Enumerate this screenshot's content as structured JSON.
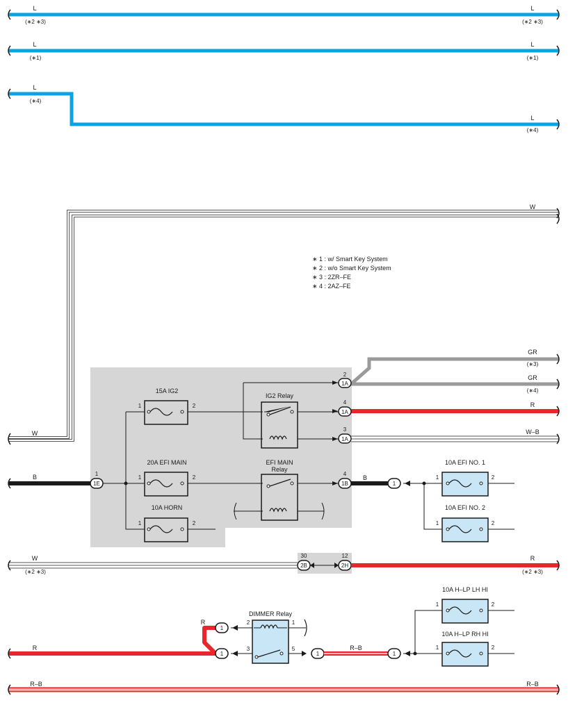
{
  "wires": {
    "top1": {
      "color_code": "L",
      "note": "(∗2 ∗3)"
    },
    "top2": {
      "color_code": "L",
      "note": "(∗1)"
    },
    "top3": {
      "color_code": "L",
      "note": "(∗4)"
    },
    "w_upper": {
      "color_code": "W"
    },
    "w_lower": {
      "color_code": "W"
    },
    "gr1": {
      "color_code": "GR",
      "note": "(∗3)"
    },
    "gr2": {
      "color_code": "GR",
      "note": "(∗4)"
    },
    "r_ig2": {
      "color_code": "R"
    },
    "wb": {
      "color_code": "W–B"
    },
    "b_in": {
      "color_code": "B"
    },
    "b_out": {
      "color_code": "B"
    },
    "w_2b": {
      "color_code": "W",
      "note": "(∗2 ∗3)"
    },
    "r_2h": {
      "color_code": "R",
      "note": "(∗2 ∗3)"
    },
    "r_dim_top": {
      "color_code": "R"
    },
    "r_dim_main": {
      "color_code": "R"
    },
    "rb_mid": {
      "color_code": "R–B"
    },
    "rb_bottom": {
      "color_code": "R–B"
    }
  },
  "legend": [
    "∗ 1 : w/ Smart Key System",
    "∗ 2 : w/o Smart Key System",
    "∗ 3 : 2ZR–FE",
    "∗ 4 : 2AZ–FE"
  ],
  "components": {
    "fuse_ig2": "15A IG2",
    "fuse_efi_main": "20A EFI MAIN",
    "fuse_horn": "10A HORN",
    "relay_ig2": "IG2 Relay",
    "relay_efi_main_l1": "EFI MAIN",
    "relay_efi_main_l2": "Relay",
    "fuse_efi1": "10A EFI NO. 1",
    "fuse_efi2": "10A EFI NO. 2",
    "relay_dimmer": "DIMMER Relay",
    "fuse_hlp_lh": "10A H–LP LH HI",
    "fuse_hlp_rh": "10A H–LP RH HI"
  },
  "connectors": {
    "c1e": "1E",
    "c1a_a": "1A",
    "c1a_b": "1A",
    "c1a_c": "1A",
    "c1b": "1B",
    "c2b": "2B",
    "c2h": "2H",
    "c_efi": "1",
    "c_dim_top": "1",
    "c_dim_main": "1",
    "c_dim_out": "1",
    "c_hlp": "1"
  },
  "pins": {
    "p1e": "1",
    "p1a_2": "2",
    "p1a_4": "4",
    "p1a_3": "3",
    "p1b_4": "4",
    "p2b": "30",
    "p2h": "12",
    "ig2_1": "1",
    "ig2_2": "2",
    "efim_1": "1",
    "efim_2": "2",
    "horn_1": "1",
    "horn_2": "2",
    "efi1_1": "1",
    "efi1_2": "2",
    "efi2_1": "1",
    "efi2_2": "2",
    "dim_2": "2",
    "dim_1": "1",
    "dim_3": "3",
    "dim_5": "5",
    "lh_1": "1",
    "lh_2": "2",
    "rh_1": "1",
    "rh_2": "2"
  },
  "colors": {
    "blue": "#0aa3e2",
    "red": "#e8262b",
    "black": "#1a1a1a",
    "gray": "#9a9a9a",
    "box": "#d6d6d6",
    "fuse_fill": "#c8e6f6"
  }
}
